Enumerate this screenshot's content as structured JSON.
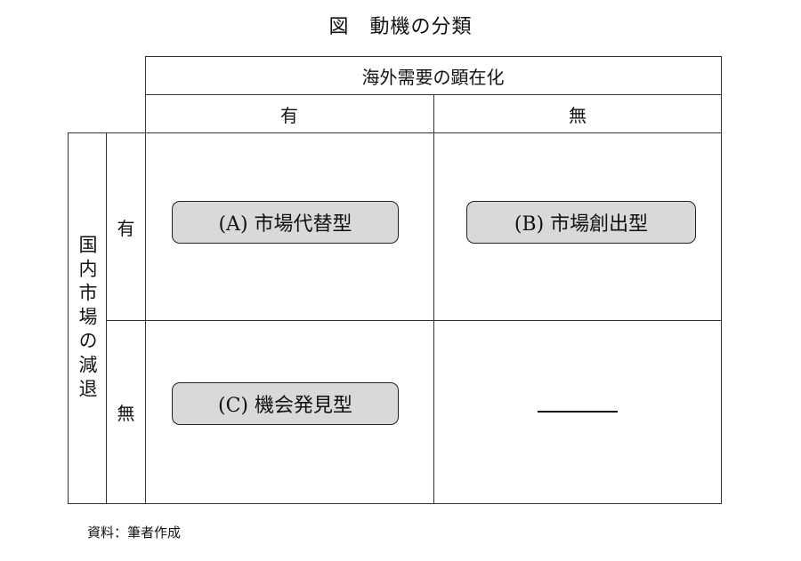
{
  "title": "図　動機の分類",
  "column_header": "海外需要の顕在化",
  "columns": [
    "有",
    "無"
  ],
  "row_header": "国内市場の減退",
  "rows": [
    "有",
    "無"
  ],
  "cells": {
    "A": "(A) 市場代替型",
    "B": "(B) 市場創出型",
    "C": "(C) 機会発見型",
    "D": "———"
  },
  "source": "資料：筆者作成"
}
